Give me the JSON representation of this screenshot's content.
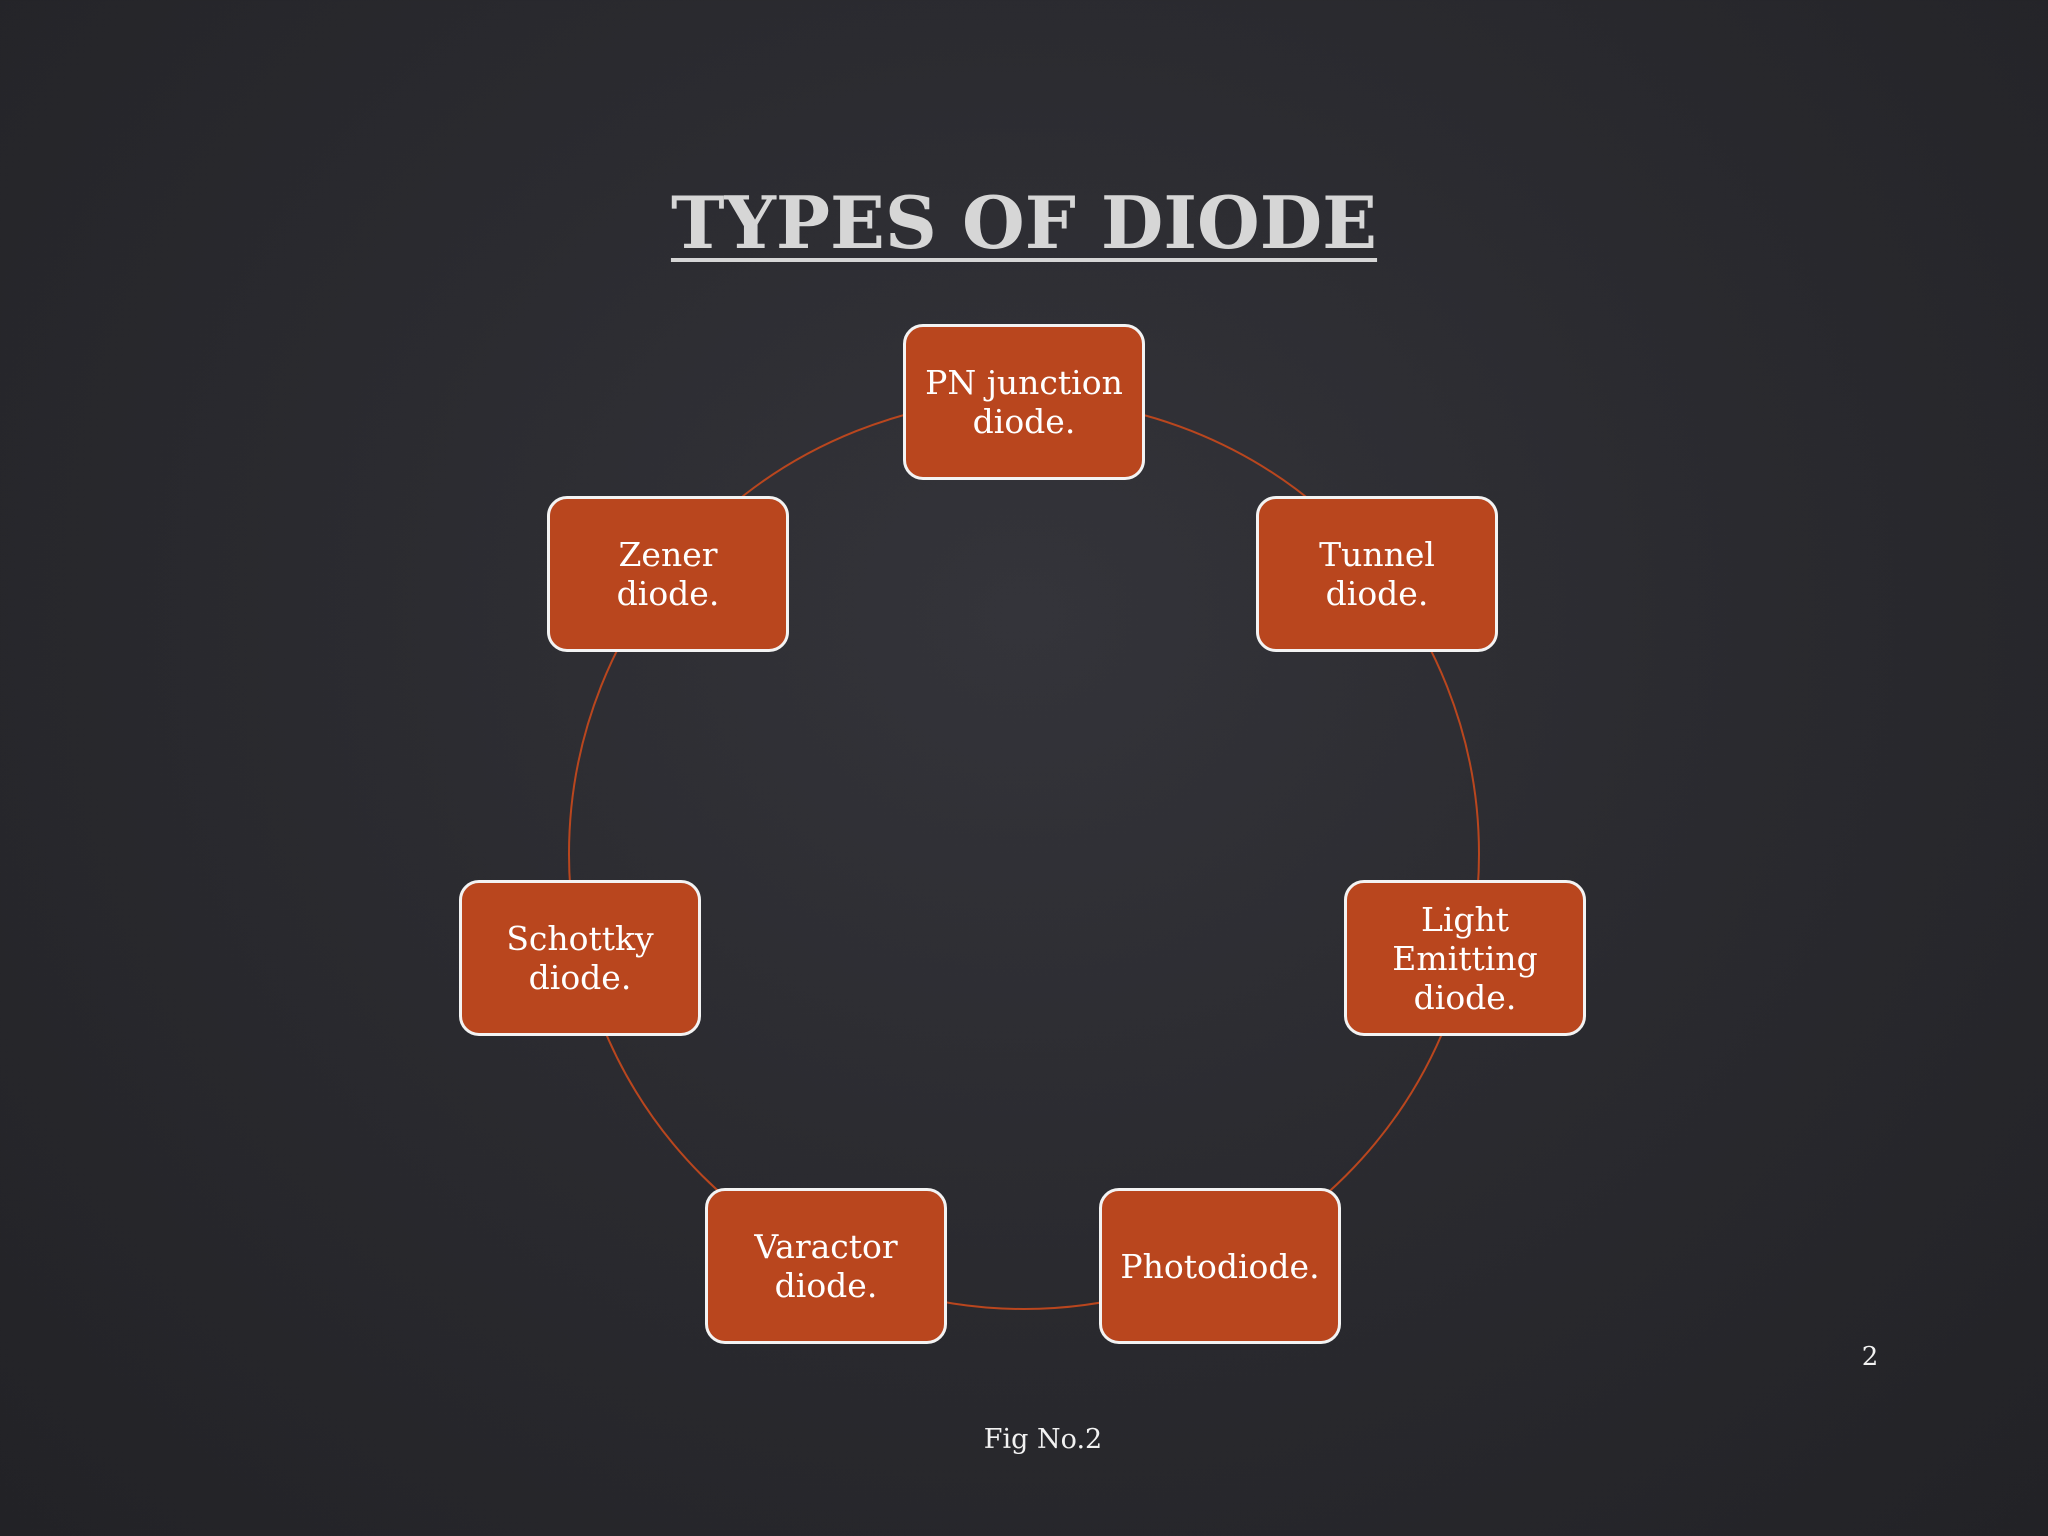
{
  "slide": {
    "title": "TYPES OF DIODE",
    "page_number": "2",
    "caption": "Fig No.2"
  },
  "diagram": {
    "type": "cycle",
    "accent_color": "#b9461e",
    "node_border_color": "#f3f3f3",
    "nodes": [
      {
        "label": "PN junction\ndiode."
      },
      {
        "label": "Tunnel\ndiode."
      },
      {
        "label": "Light\nEmitting\ndiode."
      },
      {
        "label": "Photodiode."
      },
      {
        "label": "Varactor\ndiode."
      },
      {
        "label": "Schottky\ndiode."
      },
      {
        "label": "Zener diode."
      }
    ]
  }
}
